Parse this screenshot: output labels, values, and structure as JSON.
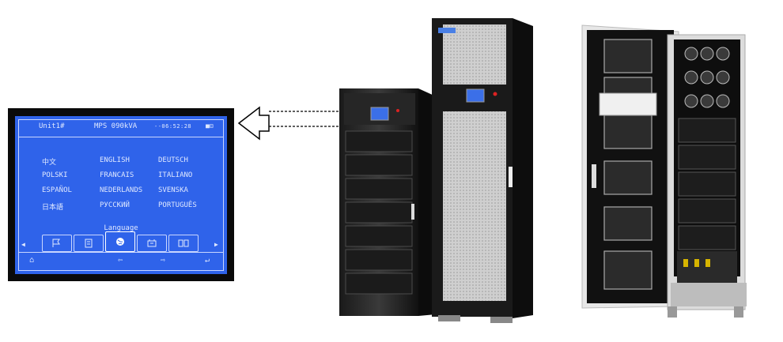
{
  "lcd": {
    "unit": "Unit1#",
    "model": "MPS 090kVA",
    "time": "--06:52:28",
    "status_glyphs": "■⊟",
    "languages": [
      [
        "中文",
        "ENGLISH",
        "DEUTSCH"
      ],
      [
        "POLSKI",
        "FRANCAIS",
        "ITALIANO"
      ],
      [
        "ESPAÑOL",
        "NEDERLANDS",
        "SVENSKA"
      ],
      [
        "日本語",
        "PУССКИЙ",
        "PORTUGUÊS"
      ]
    ],
    "caption": "Language",
    "icons": [
      "flag-icon",
      "list-icon",
      "globe-icon",
      "settings-icon",
      "book-icon"
    ],
    "footer": [
      "home-icon",
      "left-arrow-icon",
      "right-arrow-icon",
      "enter-icon"
    ]
  },
  "colors": {
    "lcd_bg": "#2f63ea",
    "lcd_text": "#dfe8ff",
    "frame": "#0a0a0a"
  }
}
